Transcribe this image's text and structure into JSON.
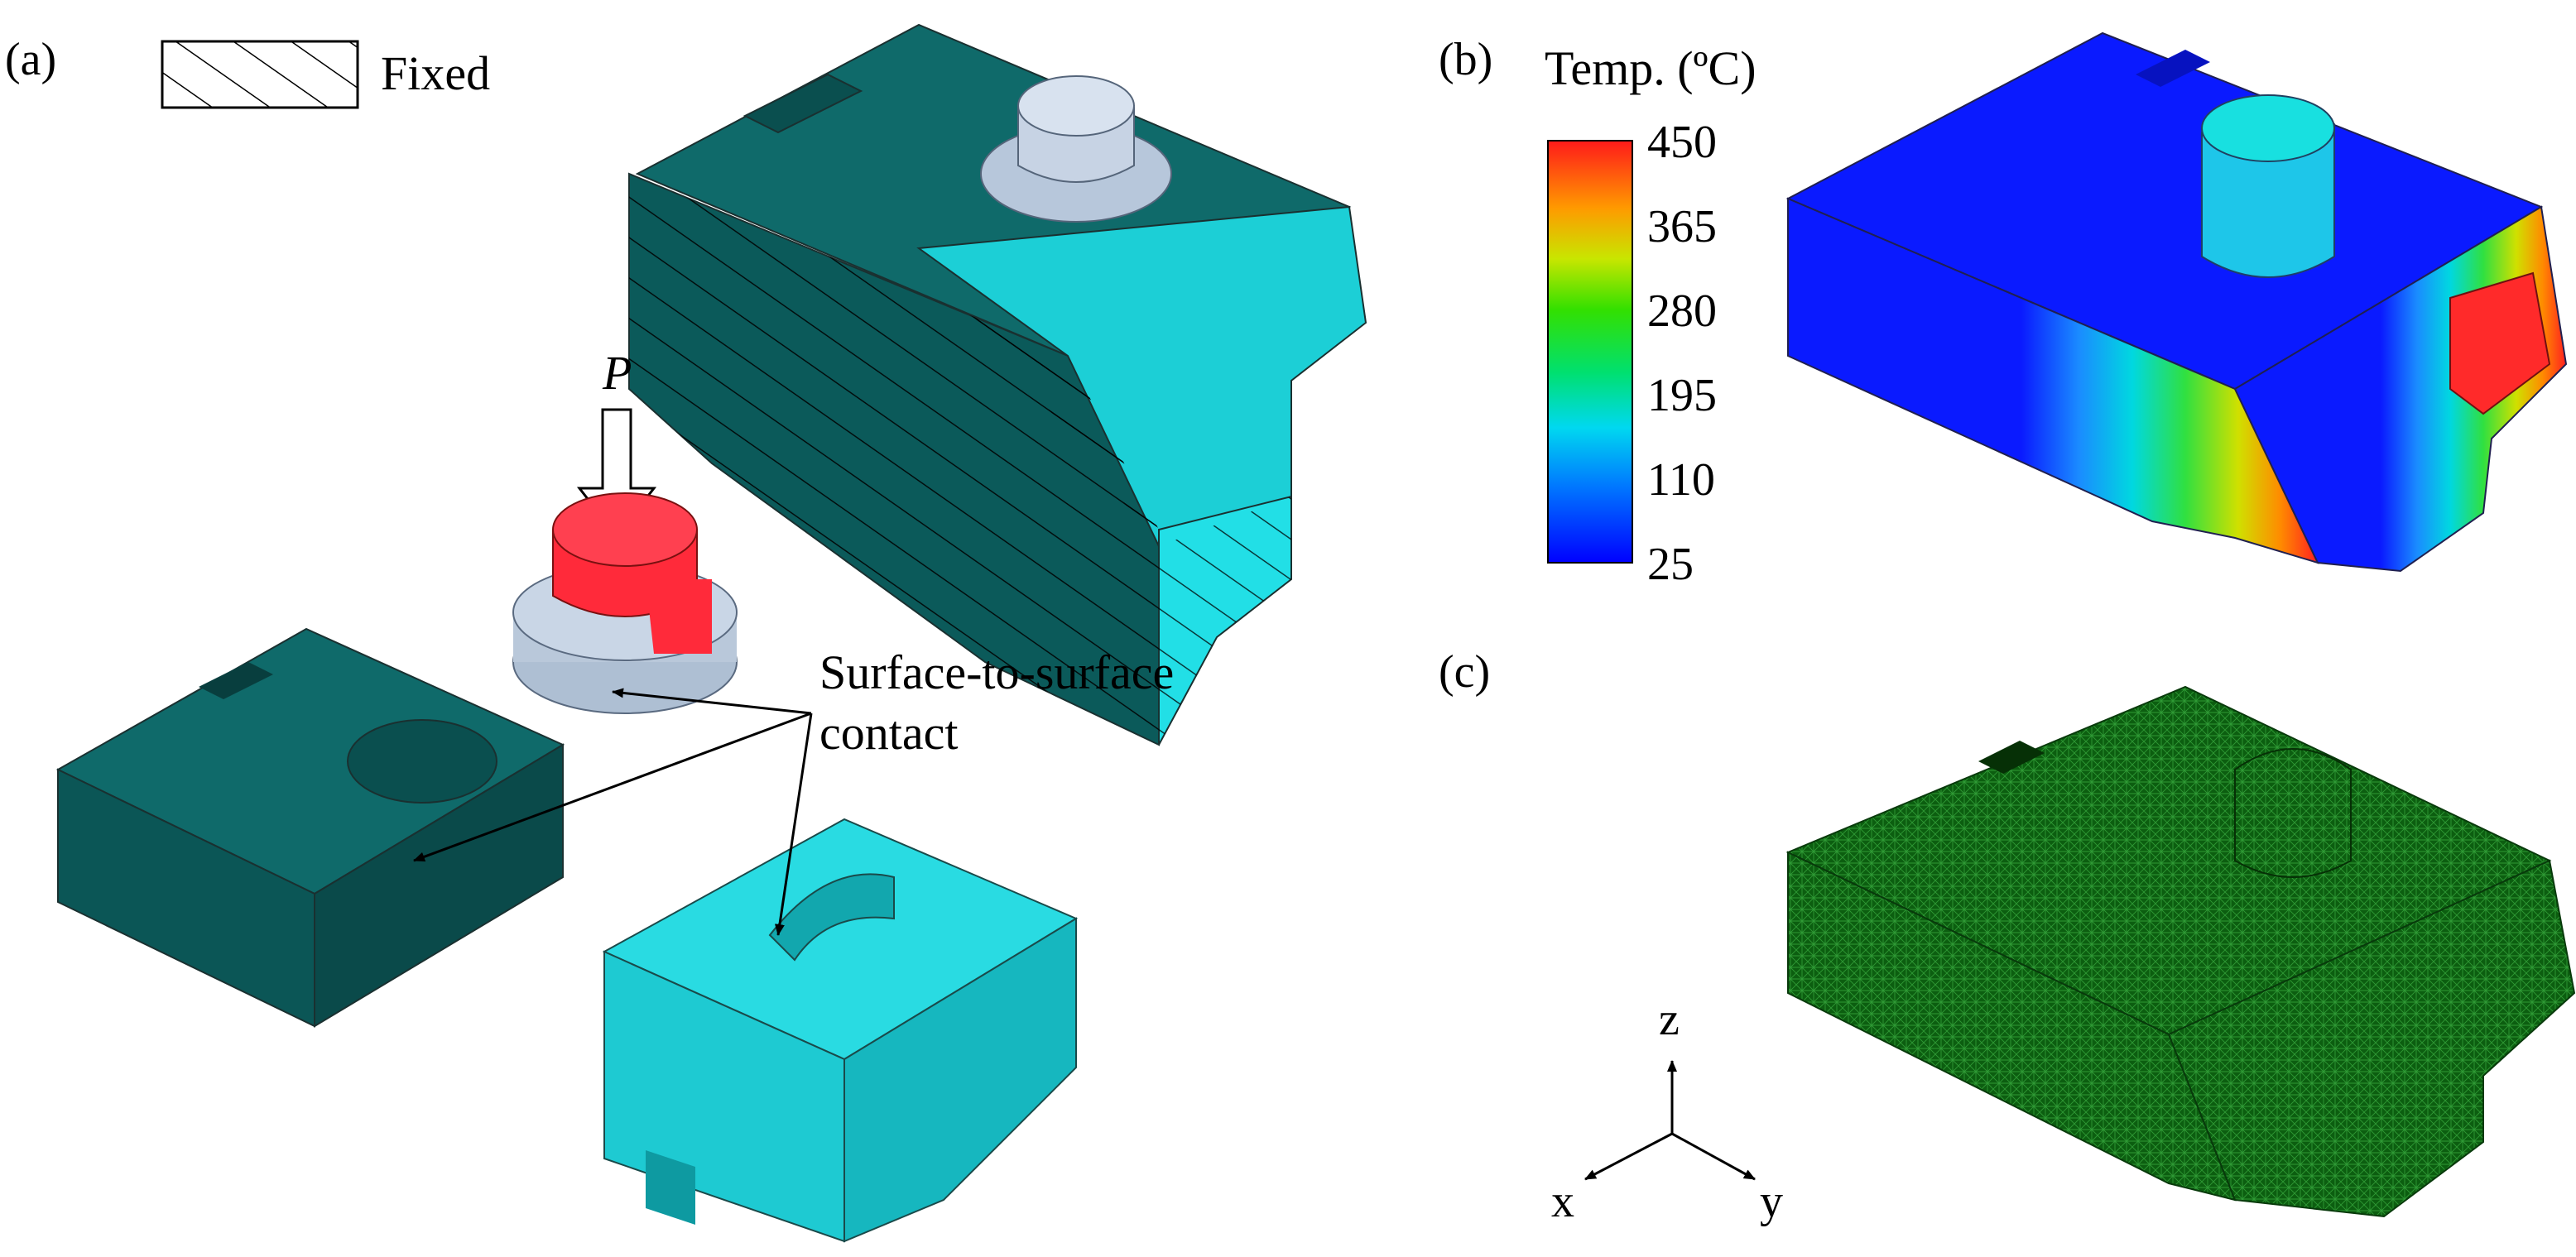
{
  "panel_a": {
    "label": "(a)",
    "legend_fixed": "Fixed",
    "load_label": "P",
    "contact_label_line1": "Surface-to-surface",
    "contact_label_line2": "contact"
  },
  "panel_b": {
    "label": "(b)",
    "colorbar_title": "Temp. (ºC)",
    "colorbar_ticks": [
      "450",
      "365",
      "280",
      "195",
      "110",
      "25"
    ]
  },
  "panel_c": {
    "label": "(c)",
    "axes": {
      "z": "z",
      "x": "x",
      "y": "y"
    }
  },
  "colors": {
    "dark_die": "#0b5f5f",
    "light_die": "#1fd6dd",
    "punch": "#c9d6e6",
    "hot": "#ff2626",
    "mesh": "#0e6a12"
  }
}
